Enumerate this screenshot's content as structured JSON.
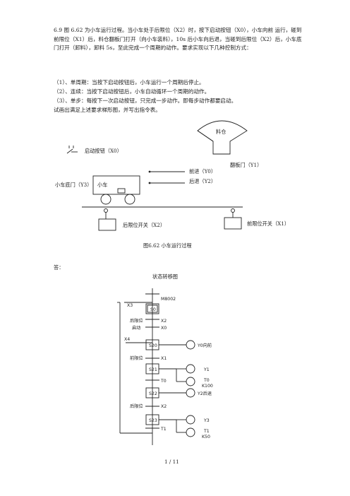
{
  "problem": {
    "intro": "6.9 图 6.62 为小车运行过程。当小车处于后限位（X2）时，按下启动按钮（X0），小车向前 运行，碰到前限位（X1）后，料仓翻板门打开（向小车装料），10s 后小车向后退，当碰到后限位（X2）后，小车底门打开（卸料），卸料 5s，至此完成一个周期的动作。要求实现以下几种控制方式：",
    "items": [
      "（1）、单周期：当按下启动按钮后，小车运行一个周期后停止。",
      "（2）、连续：当按下启动按钮后，小车自动循环一个周期的动作。",
      "（3）、单步：每按下一次启动按钮，只完成一步动作。即每步动作都要启动。"
    ],
    "question": "试画出满足上述要求梯形图，并写出指令表。"
  },
  "figure": {
    "bin_label": "料仓",
    "start_button": "启动按钮（X0）",
    "flap_label": "翻板门（Y1）",
    "forward_label": "前进（Y0）",
    "backward_label": "后退（Y2）",
    "car_door_label": "小车底门（Y3）",
    "car_label": "小车",
    "rear_limit": "后限位开关（X2）",
    "front_limit": "前限位开关（X1）",
    "caption": "图6.62      小车运行过程"
  },
  "answer": {
    "label": "答：",
    "diagram_title": "状态转移图",
    "m8002": "M8002",
    "x3": "X3",
    "s0": "S0",
    "rear_limit_word": "后限位",
    "start_word": "启动",
    "x2a": "X2",
    "x0": "X0",
    "x4": "X4",
    "s20": "S20",
    "y0_out": "Y0向前",
    "front_limit_word": "前限位",
    "x1": "X1",
    "s21": "S21",
    "y1": "Y1",
    "t0": "T0",
    "t0_coil": "T0",
    "k100": "K100",
    "s22": "S22",
    "y2_out": "Y2后退",
    "rear_limit_word2": "后限位",
    "x2b": "X2",
    "s23": "S23",
    "y3": "Y3",
    "t1": "T1",
    "t1_coil": "T1",
    "k50": "K50"
  },
  "footer": {
    "page": "1 / 11"
  }
}
